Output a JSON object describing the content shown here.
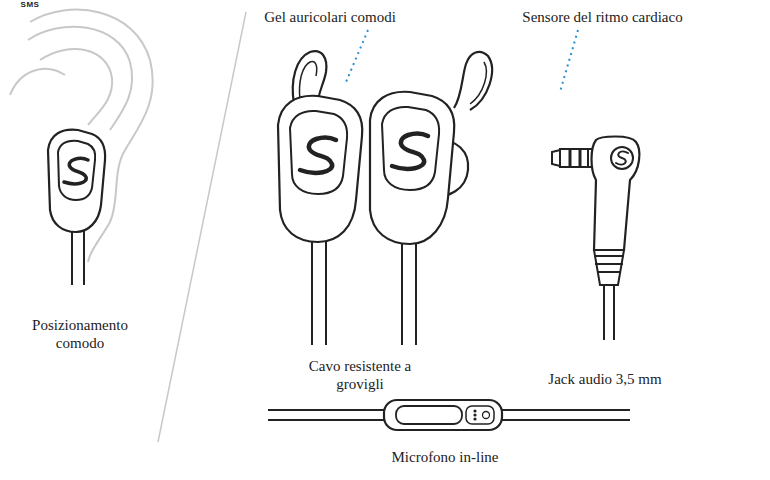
{
  "diagram": {
    "labels": [
      "Gel auricolari comodi",
      "Sensore del ritmo cardiaco",
      "Posizionamento comodo",
      "Cavo resistente a grovigli",
      "Jack audio 3,5 mm",
      "SMS",
      "Microfono in-line"
    ]
  }
}
